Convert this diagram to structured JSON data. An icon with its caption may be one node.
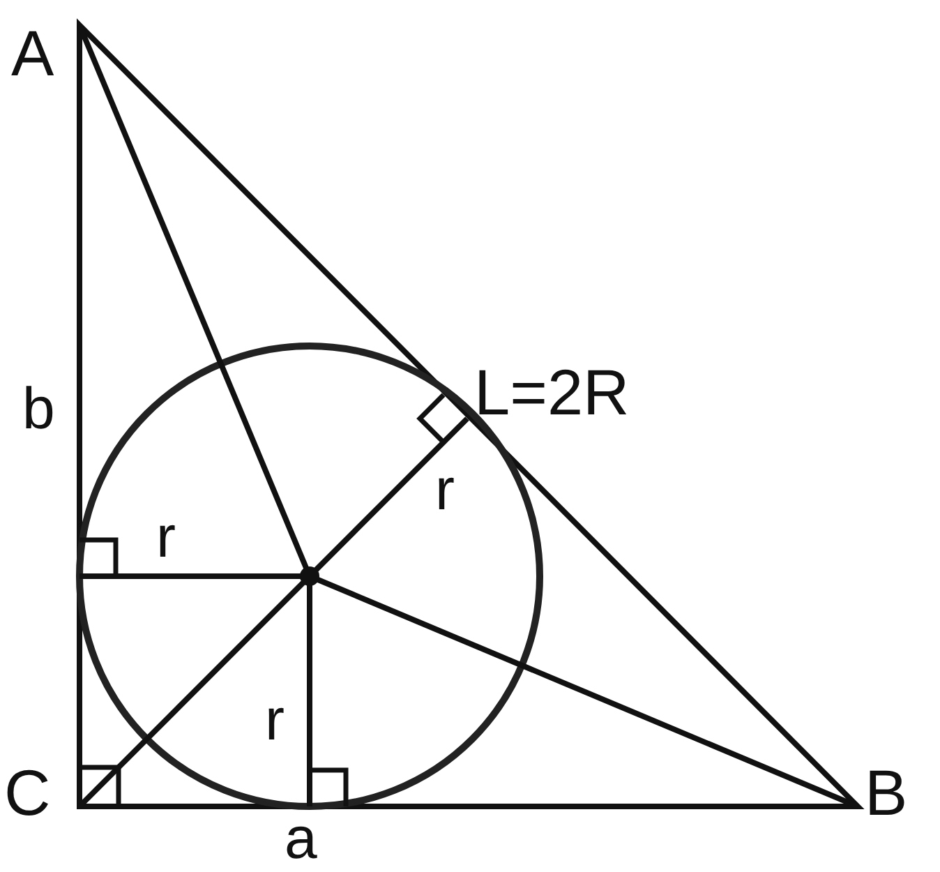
{
  "diagram": {
    "labels": [
      "A",
      "L=2R",
      "b",
      "r",
      "r",
      "r",
      "C",
      "a",
      "B"
    ]
  }
}
